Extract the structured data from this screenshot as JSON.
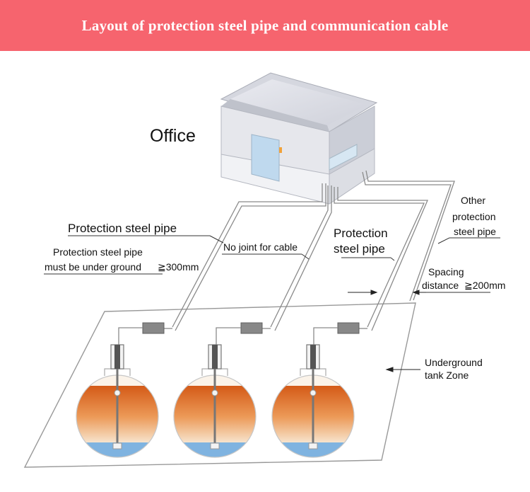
{
  "title": "Layout of protection steel pipe and communication cable",
  "labels": {
    "office": "Office",
    "pipe_left": "Protection steel pipe",
    "under_line1": "Protection steel pipe",
    "under_line2": "must be under ground",
    "under_value": "≧300mm",
    "no_joint": "No joint for cable",
    "pipe_mid_line1": "Protection",
    "pipe_mid_line2": "steel pipe",
    "other_line1": "Other",
    "other_line2": "protection",
    "other_line3": "steel  pipe",
    "spacing_line1": "Spacing",
    "spacing_line2": "distance",
    "spacing_value": "≧200mm",
    "zone_line1": "Underground",
    "zone_line2": "tank Zone"
  },
  "colors": {
    "banner": "#f6646e",
    "pipe": "#888888",
    "oil_top": "#d9641f",
    "oil_bottom": "#f5d9b8",
    "water": "#7fb3e0"
  },
  "tanks": [
    "tank-1",
    "tank-2",
    "tank-3"
  ]
}
